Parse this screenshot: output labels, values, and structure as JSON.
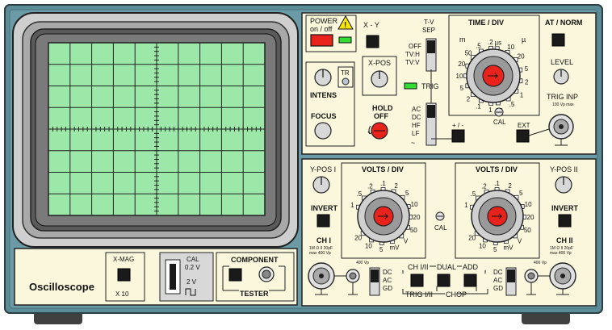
{
  "colors": {
    "case": "#5b8c98",
    "panel": "#fbf7dc",
    "screen": "#9ce8a9",
    "grid": "#222222",
    "power_button": "#e8231c",
    "led": "#33dd33",
    "knob_center": "#e8231c",
    "warning": "#f7e600"
  },
  "brand": "Oscilloscope",
  "power": {
    "label_line1": "POWER",
    "label_line2": "on / off"
  },
  "xy": {
    "label": "X - Y"
  },
  "tv_sep": {
    "label_line1": "T-V",
    "label_line2": "SEP",
    "opt1": "OFF",
    "opt2": "TV:H",
    "opt3": "TV:V"
  },
  "time_div": {
    "title": "TIME / DIV",
    "left_unit": "m",
    "right_unit": "µ",
    "marks_left": [
      "1",
      ".1",
      "2",
      "5",
      "10",
      "20",
      "50",
      ".5",
      ".2"
    ],
    "marks_right": [
      "µs",
      "10",
      "20",
      "5",
      "2",
      "1",
      ".5",
      "µs"
    ],
    "cal_label": "CAL"
  },
  "at_norm": {
    "label": "AT / NORM",
    "level_label": "LEVEL",
    "trig_inp_label": "TRIG INP",
    "ext_label": "EXT"
  },
  "intens": {
    "label": "INTENS"
  },
  "tr": {
    "label": "TR"
  },
  "focus": {
    "label": "FOCUS"
  },
  "xpos": {
    "label": "X-POS"
  },
  "trig": {
    "label": "TRIG",
    "coupling": [
      "AC",
      "DC",
      "HF",
      "LF",
      "~"
    ]
  },
  "hold_off": {
    "label_line1": "HOLD",
    "label_line2": "OFF"
  },
  "plus_minus": {
    "label": "+ / -"
  },
  "ypos1": {
    "label": "Y-POS I"
  },
  "ypos2": {
    "label": "Y-POS II"
  },
  "volts1": {
    "title": "VOLTS / DIV",
    "marks": [
      "1",
      ".5",
      ".2",
      ".1",
      "2",
      "5",
      "10",
      "20",
      "50",
      "V",
      "mV",
      "5",
      "10",
      "20"
    ]
  },
  "volts2": {
    "title": "VOLTS / DIV",
    "marks": [
      "1",
      ".5",
      ".2",
      ".1",
      "2",
      "5",
      "10",
      "20",
      "50",
      "V",
      "mV",
      "5",
      "10",
      "20"
    ]
  },
  "cal_mid": {
    "label": "CAL"
  },
  "invert1": {
    "label": "INVERT"
  },
  "invert2": {
    "label": "INVERT"
  },
  "ch1": {
    "label": "CH I",
    "fine_line1": "1M Ω II 20pF",
    "fine_line2": "max 400 Vp"
  },
  "ch2": {
    "label": "CH II",
    "fine_line1": "1M Ω II 20pF",
    "fine_line2": "max 400 Vp"
  },
  "coupling_left": {
    "dc": "DC",
    "ac": "AC",
    "gd": "GD"
  },
  "coupling_right": {
    "dc": "DC",
    "ac": "AC",
    "gd": "GD"
  },
  "mode": {
    "ch12": "CH I/II",
    "dual": "DUAL",
    "add": "ADD",
    "trig12": "TRIG I/II",
    "chop": "CHOP"
  },
  "xmag": {
    "label": "X-MAG",
    "sub": "X 10"
  },
  "cal_out": {
    "label_line1": "CAL",
    "label_line2": "0.2 V",
    "label_line3": "2 V"
  },
  "component_tester": {
    "label_line1": "COMPONENT",
    "label_line2": "TESTER"
  },
  "trig_inp_fine": "100 Vp max",
  "ch_fine_small": "400 Vp"
}
